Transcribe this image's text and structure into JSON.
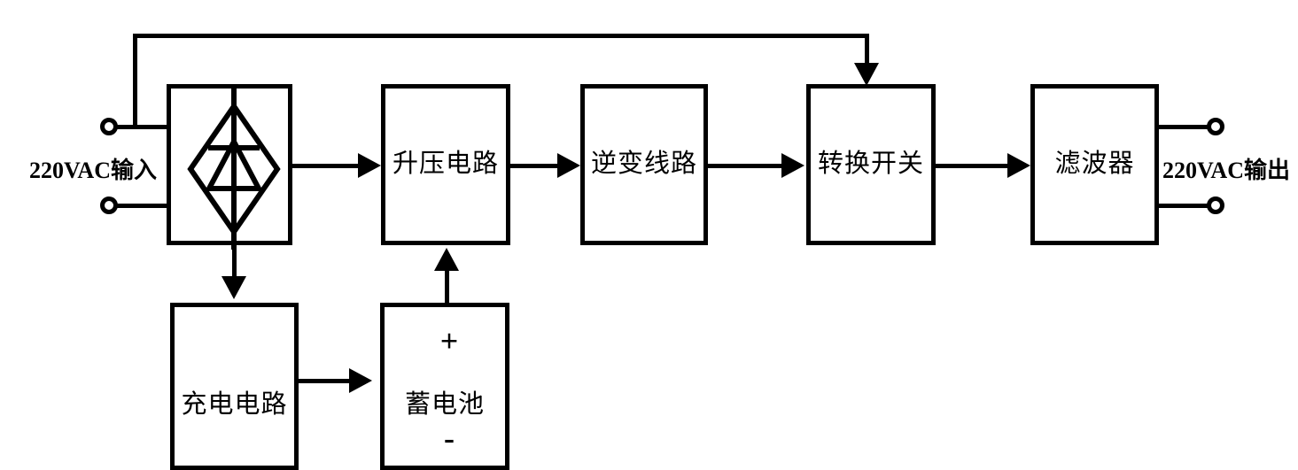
{
  "diagram": {
    "title": "UPS power block diagram",
    "line_color": "#000000",
    "background": "#ffffff"
  },
  "labels": {
    "input": "220VAC输入",
    "output": "220VAC输出"
  },
  "blocks": [
    {
      "id": "rectifier",
      "label": "",
      "symbol": "bridge-rectifier"
    },
    {
      "id": "boost",
      "label": "升压电路"
    },
    {
      "id": "inverter",
      "label": "逆变线路"
    },
    {
      "id": "transfer",
      "label": "转换开关"
    },
    {
      "id": "filter",
      "label": "滤波器"
    },
    {
      "id": "charger",
      "label": "充电电路"
    },
    {
      "id": "battery",
      "label": "蓄电池",
      "plus": "+",
      "minus": "-"
    }
  ]
}
